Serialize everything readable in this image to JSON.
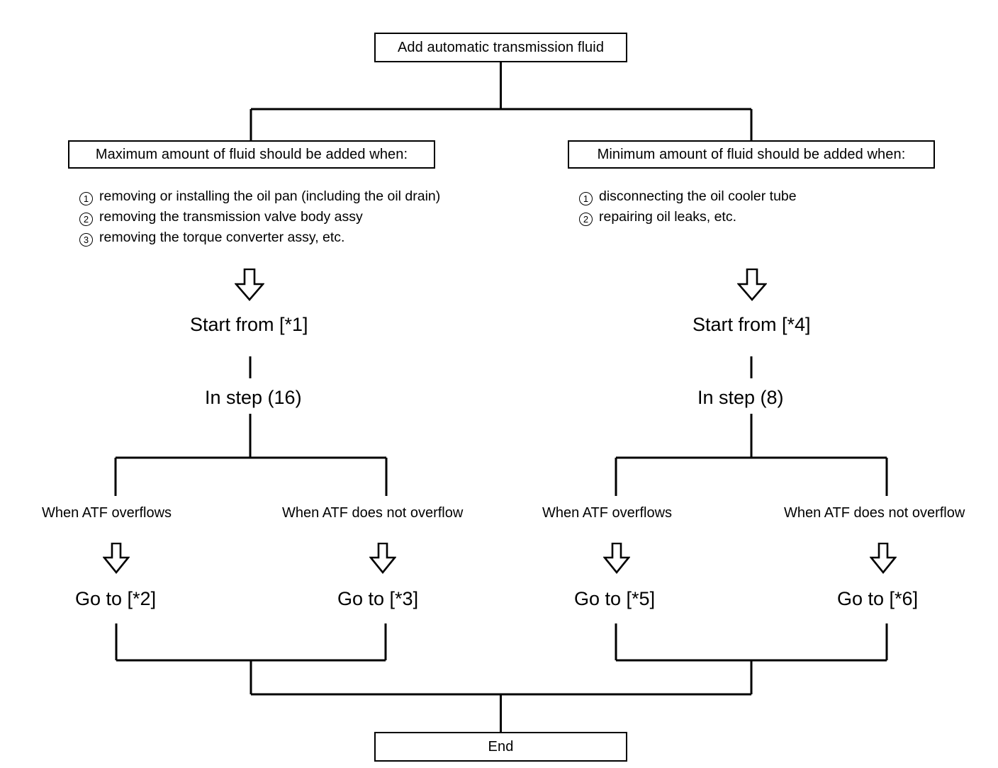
{
  "diagram": {
    "title_box": "Add automatic transmission fluid",
    "end_box": "End",
    "branches": {
      "left": {
        "header": "Maximum amount of fluid should be added when:",
        "conditions": [
          {
            "num": "1",
            "text": "removing or installing the oil pan (including the oil drain)"
          },
          {
            "num": "2",
            "text": "removing the transmission valve body assy"
          },
          {
            "num": "3",
            "text": "removing the torque converter assy, etc."
          }
        ],
        "start_label": "Start from [*1]",
        "step_label": "In step (16)",
        "outcomes": [
          {
            "condition": "When ATF overflows",
            "action": "Go to [*2]"
          },
          {
            "condition": "When ATF does not overflow",
            "action": "Go to [*3]"
          }
        ]
      },
      "right": {
        "header": "Minimum amount of fluid should be added when:",
        "conditions": [
          {
            "num": "1",
            "text": "disconnecting the oil cooler tube"
          },
          {
            "num": "2",
            "text": "repairing oil leaks, etc."
          }
        ],
        "start_label": "Start from [*4]",
        "step_label": "In step (8)",
        "outcomes": [
          {
            "condition": "When ATF overflows",
            "action": "Go to [*5]"
          },
          {
            "condition": "When ATF does not overflow",
            "action": "Go to [*6]"
          }
        ]
      }
    },
    "icons": {
      "down_arrow": "down-arrow-outline"
    },
    "colors": {
      "line": "#000000",
      "background": "#ffffff",
      "text": "#000000"
    }
  }
}
